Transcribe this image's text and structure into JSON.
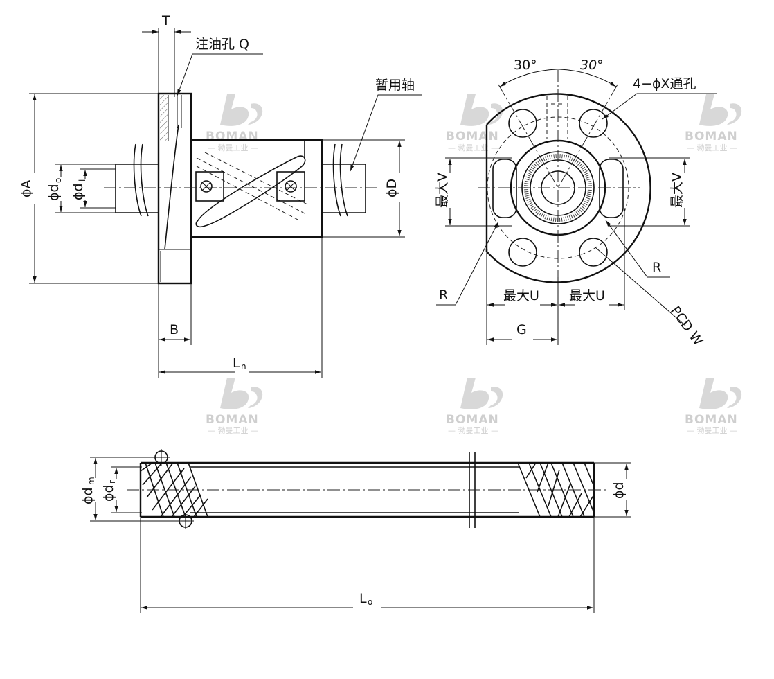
{
  "labels": {
    "T": "T",
    "oil_hole": "注油孔 Q",
    "temp_shaft": "暂用轴",
    "phiA": "ϕA",
    "phido": "ϕd",
    "phido_sub": "o",
    "phidi": "ϕd",
    "phidi_sub": "i",
    "phiD": "ϕD",
    "B": "B",
    "Ln": "L",
    "Ln_sub": "n",
    "angle_left": "30°",
    "angle_right": "30°",
    "holes": "4−ϕX通孔",
    "maxV_left": "最大V",
    "maxV_right": "最大V",
    "R_right": "R",
    "R_left": "R",
    "maxU_left": "最大U",
    "maxU_right": "最大U",
    "G": "G",
    "PCDW": "PCD W",
    "phidm": "ϕd",
    "phidm_sub": "m",
    "phidr": "ϕd",
    "phidr_sub": "r",
    "phid": "ϕd",
    "Lo": "L",
    "Lo_sub": "o"
  },
  "watermark": {
    "brand": "BOMAN",
    "subtitle": "— 勃曼工业 —"
  }
}
